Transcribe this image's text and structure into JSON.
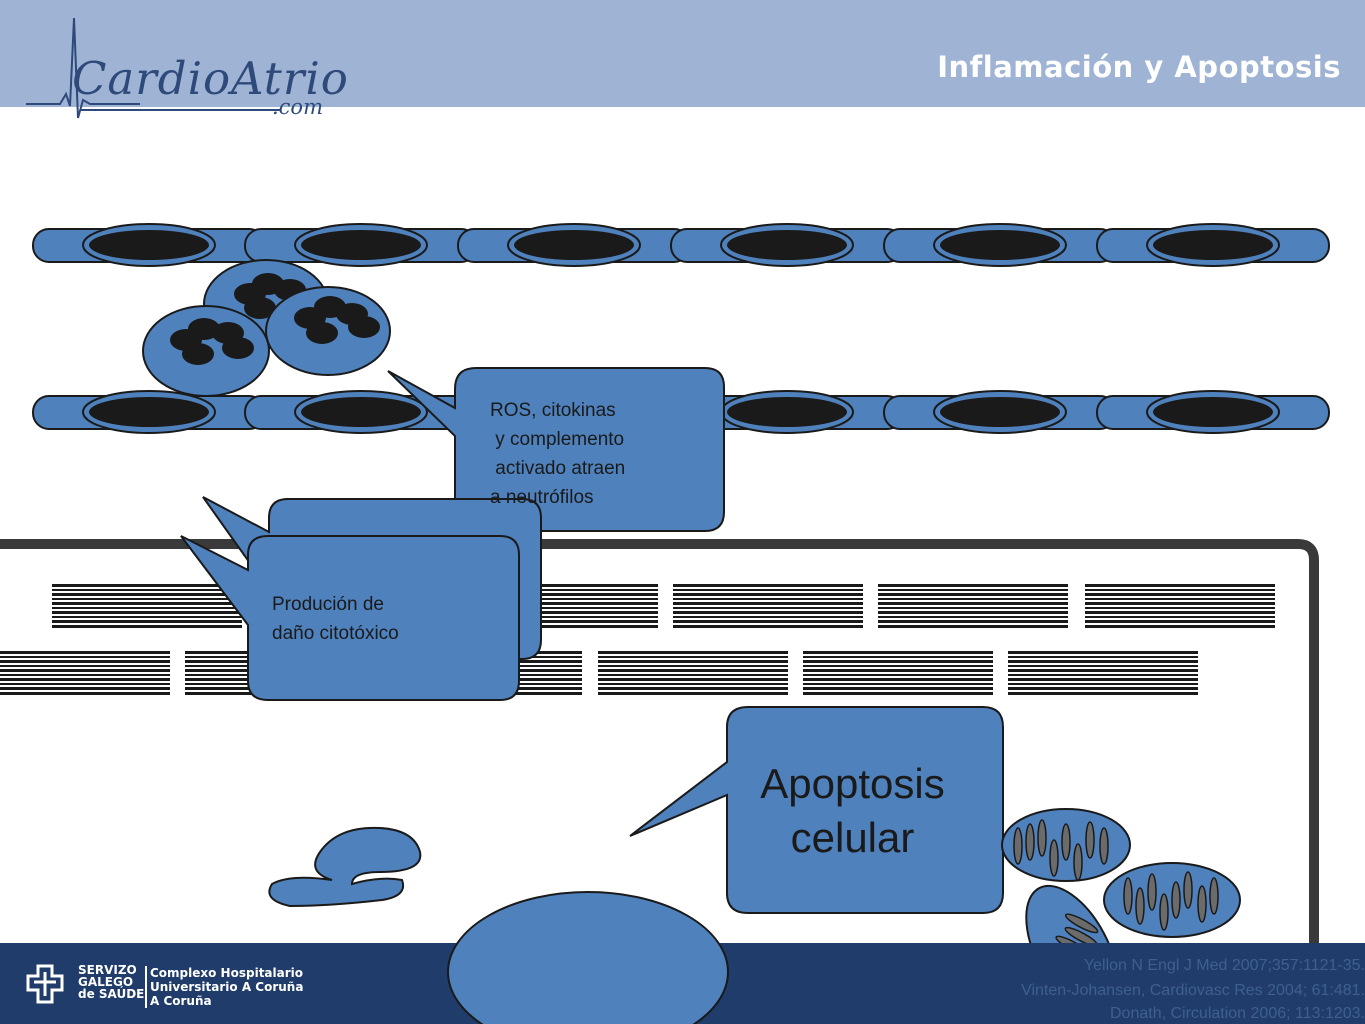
{
  "header": {
    "title": "Inflamación y Apoptosis",
    "logo_text": "CardioAtrio",
    "logo_sub": ".com"
  },
  "callouts": {
    "ros": "ROS, citokinas\n y complemento\n activado atraen\na neutrófilos",
    "dano": "Produción de\ndaño citotóxico",
    "apoptosis": "Apoptosis celular"
  },
  "footer": {
    "institution_a": "SERVIZO\nGALEGO\nde SAÚDE",
    "institution_b": "Complexo Hospitalario\nUniversitario A Coruña\nA Coruña",
    "references": [
      "Yellon N Engl J Med 2007;357:1121-35.",
      "Vinten-Johansen, Cardiovasc Res 2004; 61:481.",
      "Donath, Circulation 2006; 113:1203."
    ]
  },
  "colors": {
    "header_bg": "#9fb3d4",
    "footer_bg": "#1f3c6b",
    "cell_blue": "#4f81bd",
    "dark": "#1a1a1a",
    "title_text": "#ffffff"
  }
}
